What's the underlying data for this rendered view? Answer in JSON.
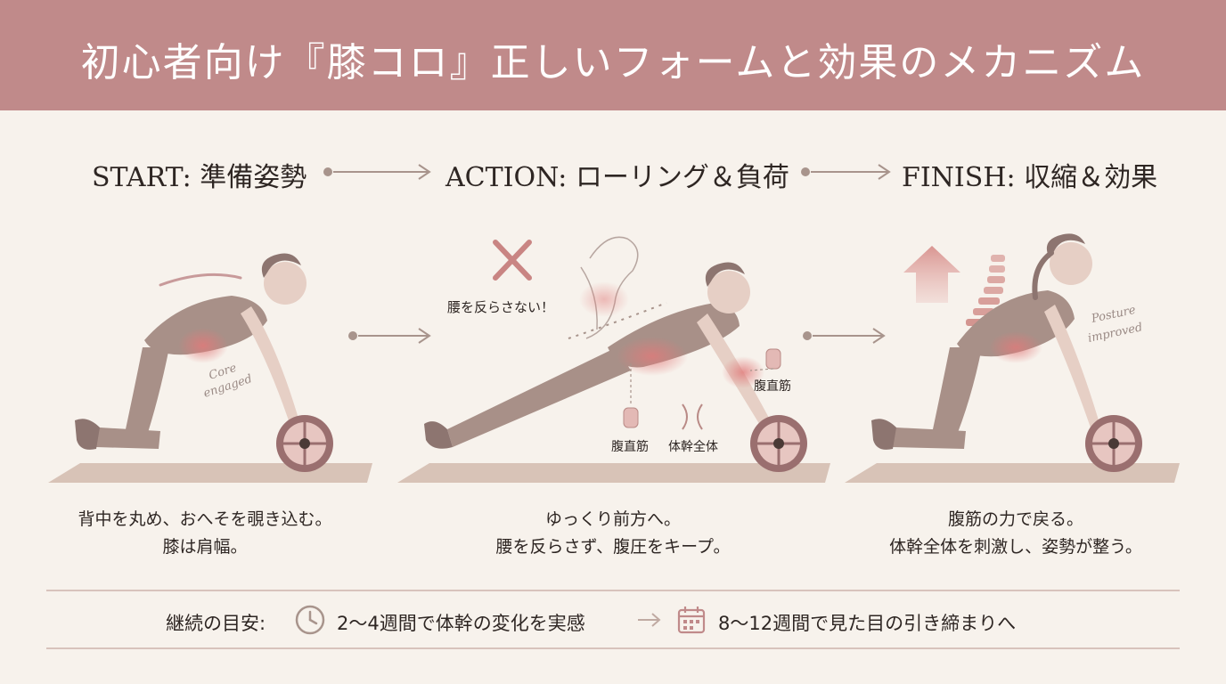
{
  "header": {
    "title": "初心者向け『膝コロ』正しいフォームと効果のメカニズム"
  },
  "steps": [
    {
      "title": "START: 準備姿勢",
      "caption_lines": [
        "背中を丸め、おへそを覗き込む。",
        "膝は肩幅。"
      ],
      "note": [
        "Core",
        "engaged"
      ]
    },
    {
      "title": "ACTION: ローリング＆負荷",
      "caption_lines": [
        "ゆっくり前方へ。",
        "腰を反らさず、腹圧をキープ。"
      ],
      "warning": "腰を反らさない！",
      "muscle_labels": [
        "腹直筋",
        "腹直筋",
        "体幹全体"
      ]
    },
    {
      "title": "FINISH: 収縮＆効果",
      "caption_lines": [
        "腹筋の力で戻る。",
        "体幹全体を刺激し、姿勢が整う。"
      ],
      "note": [
        "Posture",
        "improved"
      ]
    }
  ],
  "footer": {
    "label": "継続の目安:",
    "milestone_1": "2〜4週間で体幹の変化を実感",
    "milestone_2": "8〜12週間で見た目の引き締まりへ"
  },
  "colors": {
    "banner": "#c08a8a",
    "background": "#f7f2ec",
    "figure": "#a89088",
    "accent": "#c07a7a",
    "mat": "#d8c3b7"
  }
}
